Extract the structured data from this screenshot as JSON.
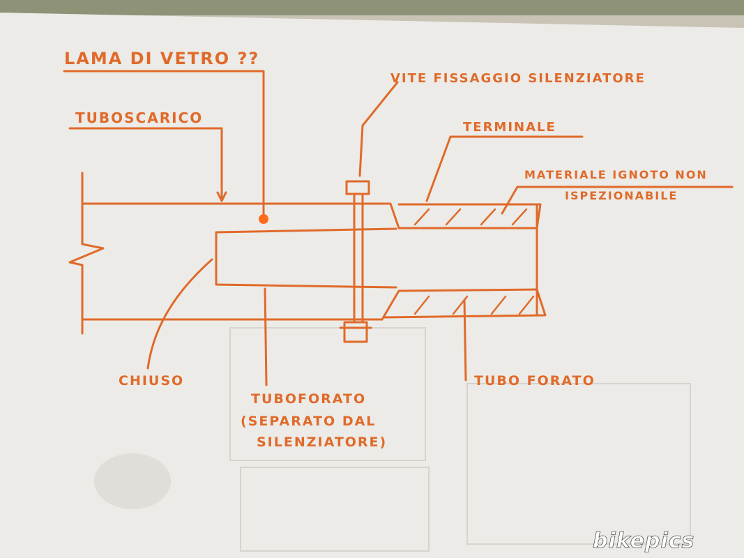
{
  "colors": {
    "ink": "#e06a2a",
    "paper": "#eceae5",
    "background_top": "#8a8f7a"
  },
  "labels": {
    "lama_di_vetro": "LAMA DI VETRO ??",
    "tubo_scarico": "TUBOSCARICO",
    "vite_fissaggio": "VITE FISSAGGIO SILENZIATORE",
    "terminale": "TERMINALE",
    "materiale_line1": "MATERIALE IGNOTO NON",
    "materiale_line2": "ISPEZIONABILE",
    "chiuso": "CHIUSO",
    "tuboforato_line1": "TUBOFORATO",
    "tuboforato_line2": "(SEPARATO DAL",
    "tuboforato_line3": "SILENZIATORE)",
    "tubo_forato": "TUBO FORATO"
  },
  "watermark": "bikepics"
}
